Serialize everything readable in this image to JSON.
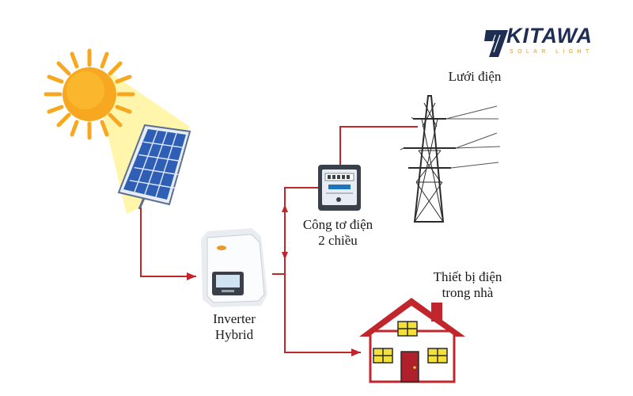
{
  "brand": {
    "name": "KITAWA",
    "tagline": "SOLAR LIGHT",
    "colors": {
      "navy": "#1d2e52",
      "gold": "#d79a24"
    }
  },
  "labels": {
    "grid": "Lưới điện",
    "meter_line1": "Công tơ điện",
    "meter_line2": "2 chiều",
    "inverter_line1": "Inverter",
    "inverter_line2": "Hybrid",
    "appliances_line1": "Thiết bị điện",
    "appliances_line2": "trong nhà"
  },
  "icons": [
    "sun-icon",
    "solar-panel-icon",
    "inverter-icon",
    "electric-meter-icon",
    "transmission-tower-icon",
    "house-icon"
  ],
  "colors": {
    "wire": "#c0262b",
    "sun": "#f7a820",
    "sun_beam": "#fff5a0",
    "panel": "#2f5fb5",
    "house_roof": "#c0262b",
    "house_window": "#f5e03a"
  }
}
